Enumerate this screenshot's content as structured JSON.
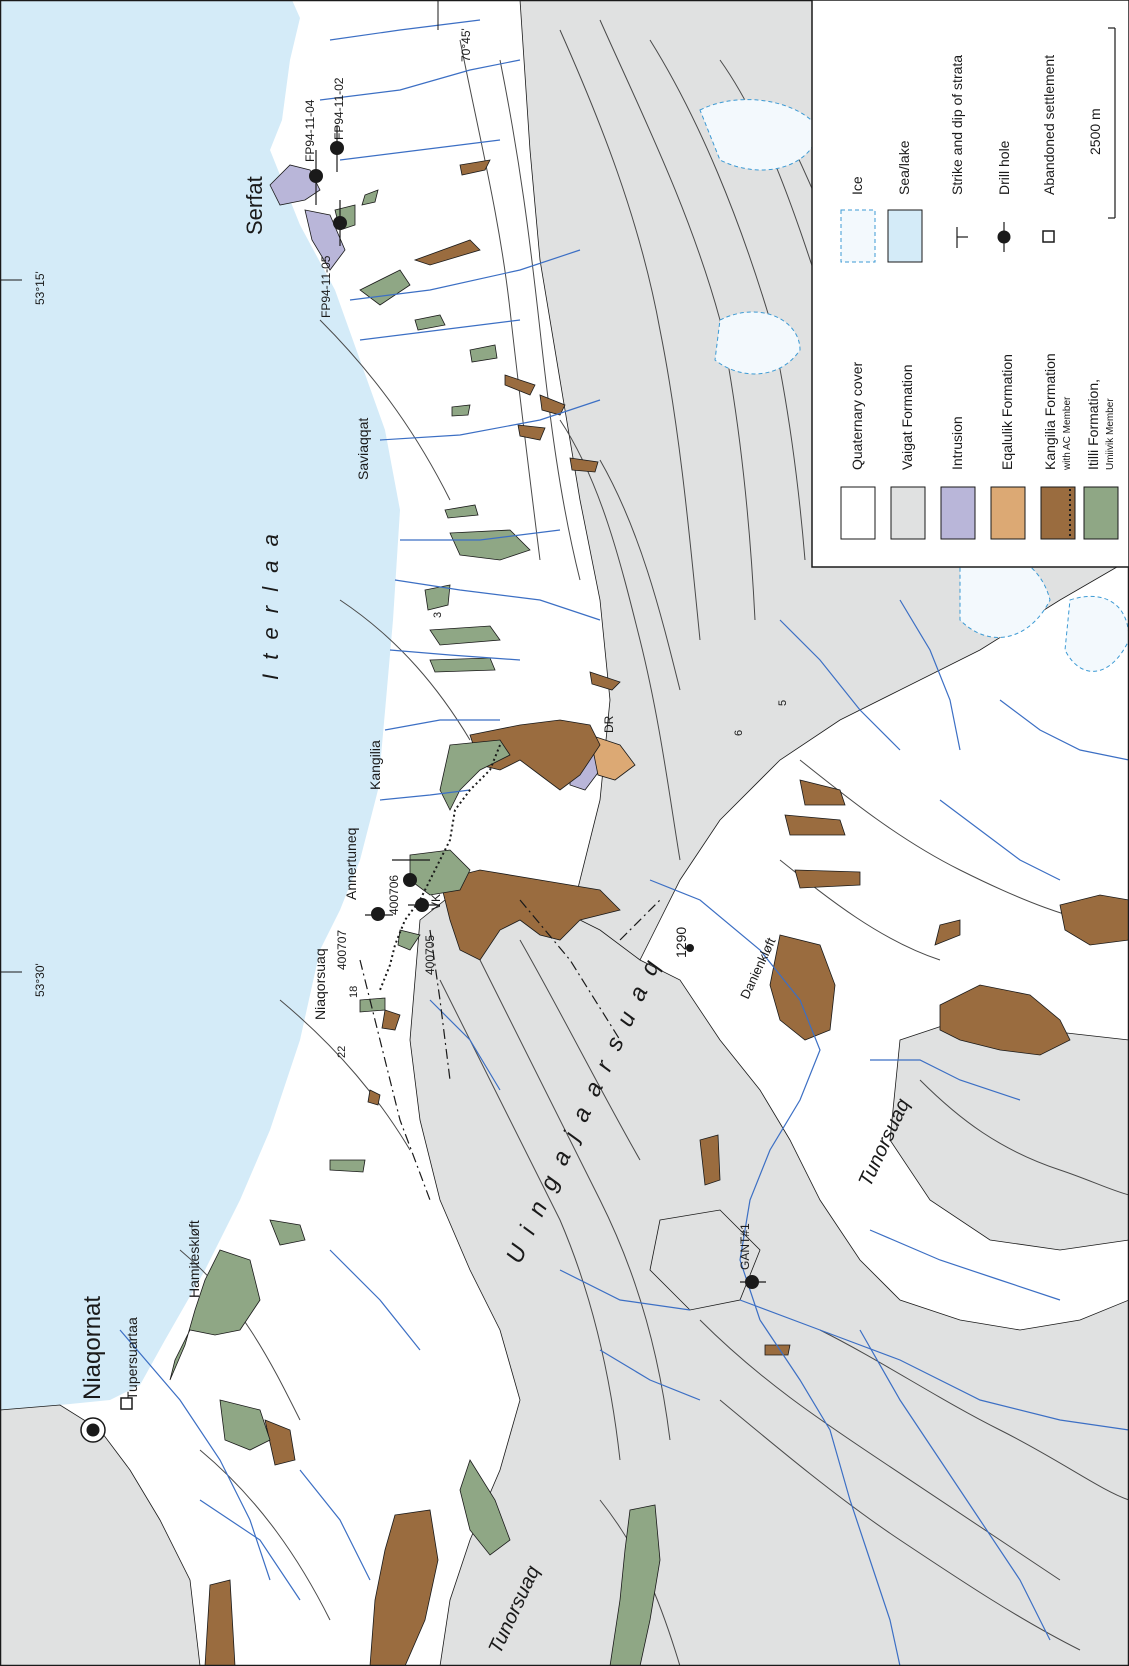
{
  "colors": {
    "sea": "#d4ebf8",
    "quaternary": "#ffffff",
    "vaigat": "#e0e1e1",
    "intrusion": "#b9b6d9",
    "eqalulik": "#dca974",
    "kangilia": "#9a6c3f",
    "itilli": "#8fa785",
    "river": "#3c6fc4",
    "contour": "#4a4a4a"
  },
  "places": {
    "serfat": "Serfat",
    "iterlaa": "I t e r l a a",
    "saviaqqat": "Saviaqqat",
    "kangilia": "Kangilia",
    "annertuneq": "Annertuneq",
    "niaqorsuaq": "Niaqorsuaq",
    "hamiteskloft": "Hamiteskløft",
    "niaqornat": "Niaqornat",
    "tupersuartaa": "Tupersuartaa",
    "uingajaarsuaq": "U i n g a j a a r s u a q",
    "tunorsuaq_1": "Tunorsuaq",
    "tunorsuaq_2": "Tunorsuaq",
    "danienklof": "Danienkløft"
  },
  "coordinates": {
    "lon_1": "53°15'",
    "lon_2": "53°30'",
    "lat_1": "70°45'"
  },
  "drill_holes": {
    "fp_04": "FP94-11-04",
    "fp_02": "FP94-11-02",
    "fp_05": "FP94-11-05",
    "h400706": "400706",
    "h400707": "400707",
    "h400705": "400705",
    "gant": "GANT#1"
  },
  "annotations": {
    "vk": "VK",
    "dr": "DR",
    "elev_1290": "1290",
    "dip_3": "3",
    "dip_5": "5",
    "dip_6": "6",
    "dip_18": "18",
    "dip_22": "22"
  },
  "legend": {
    "quaternary": "Quaternary cover",
    "vaigat": "Vaigat Formation",
    "intrusion": "Intrusion",
    "eqalulik": "Eqalulik Formation",
    "kangilia": "Kangilia Formation",
    "kangilia_sub": "with AC Member",
    "itilli": "Itilli Formation,",
    "itilli_sub": "Umiivik Member",
    "ice": "Ice",
    "sea_lake": "Sea/lake",
    "strike_dip": "Strike and dip of strata",
    "drill_hole": "Drill hole",
    "abandoned": "Abandoned settlement",
    "scale": "2500 m"
  }
}
